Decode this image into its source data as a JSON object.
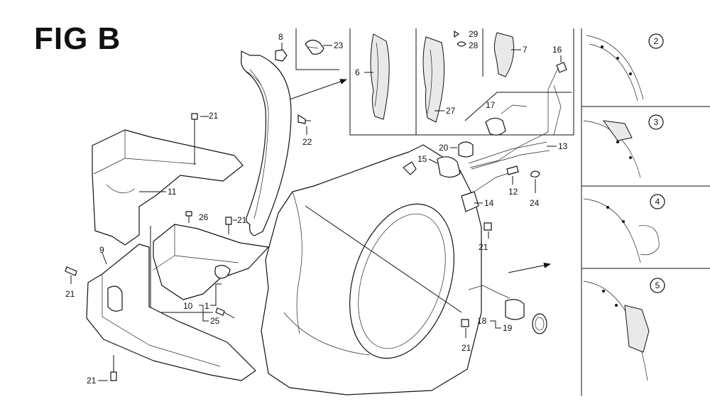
{
  "figure": {
    "title": "FIG B"
  },
  "callouts": {
    "c1": "1",
    "c6": "6",
    "c7": "7",
    "c8": "8",
    "c9": "9",
    "c10": "10",
    "c11": "11",
    "c12": "12",
    "c13": "13",
    "c14": "14",
    "c15": "15",
    "c16": "16",
    "c17": "17",
    "c18": "18",
    "c19": "19",
    "c20": "20",
    "c21a": "21",
    "c21b": "21",
    "c21c": "21",
    "c21d": "21",
    "c21e": "21",
    "c21f": "21",
    "c22": "22",
    "c23": "23",
    "c24": "24",
    "c25": "25",
    "c26": "26",
    "c27": "27",
    "c28": "28",
    "c29": "29"
  },
  "detail_panels": [
    {
      "number": "2"
    },
    {
      "number": "3"
    },
    {
      "number": "4"
    },
    {
      "number": "5"
    }
  ]
}
